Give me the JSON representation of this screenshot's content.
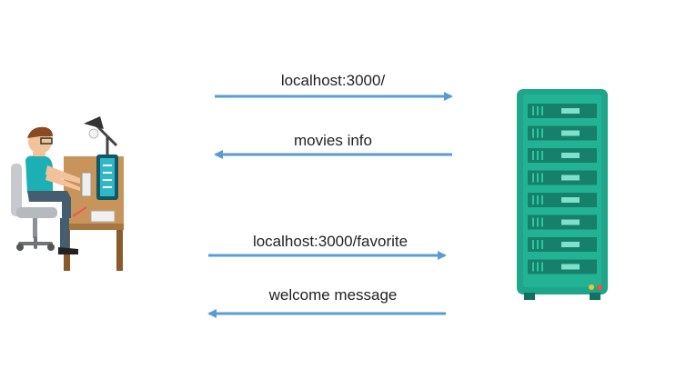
{
  "diagram": {
    "flows": [
      {
        "label": "localhost:3000/",
        "direction": "to-server"
      },
      {
        "label": "movies info",
        "direction": "to-client"
      },
      {
        "label": "localhost:3000/favorite",
        "direction": "to-server"
      },
      {
        "label": "welcome message",
        "direction": "to-client"
      }
    ]
  },
  "colors": {
    "arrow": "#5b9bd5",
    "server_body": "#1fa58a",
    "server_slot": "#16806b",
    "server_light": "#7fe0cb",
    "desk": "#c8945a",
    "shirt": "#1cb0b5"
  },
  "icons": {
    "client": "person-at-computer-icon",
    "server": "server-rack-icon"
  }
}
